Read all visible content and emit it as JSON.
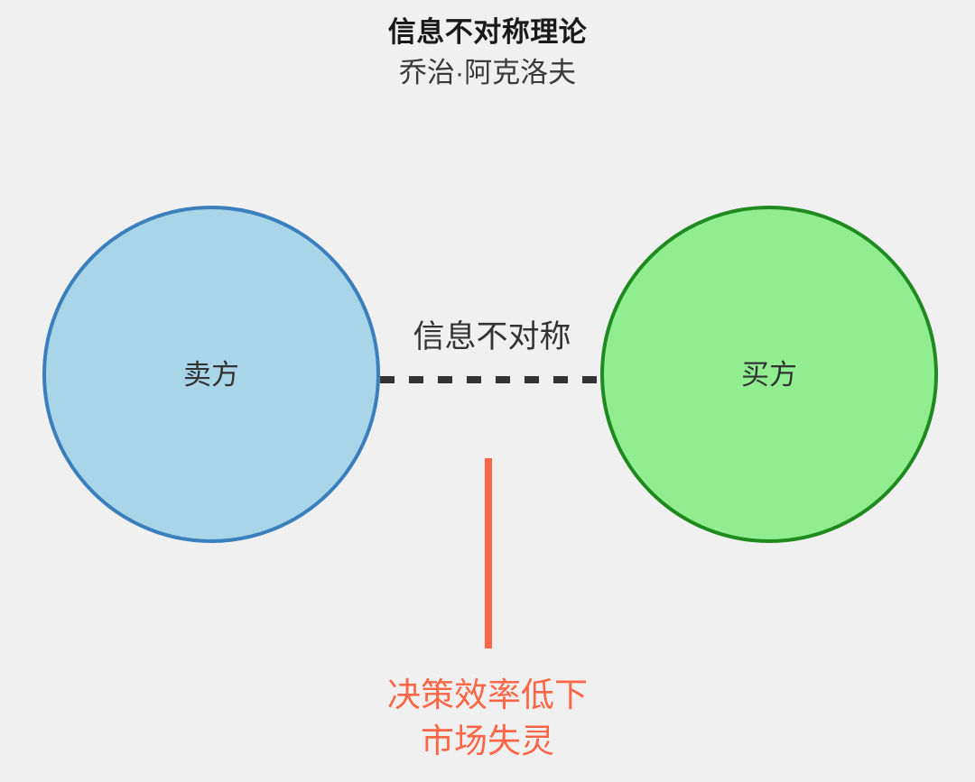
{
  "page": {
    "background_color": "#f0f0f0"
  },
  "header": {
    "title": "信息不对称理论",
    "subtitle": "乔治·阿克洛夫"
  },
  "diagram": {
    "nodes": [
      {
        "id": "seller",
        "label": "卖方",
        "fill_color": "#a8d5e8",
        "border_color": "#3c7fbd"
      },
      {
        "id": "buyer",
        "label": "买方",
        "fill_color": "#90ee90",
        "border_color": "#1f8a1f"
      }
    ],
    "connector": {
      "label": "信息不对称",
      "line_style": "dashed",
      "line_color": "#333333",
      "dash_count": 8
    },
    "consequence": {
      "line_color": "#fd6647",
      "text_color": "#fd6647",
      "lines": [
        "决策效率低下",
        "市场失灵"
      ]
    }
  }
}
